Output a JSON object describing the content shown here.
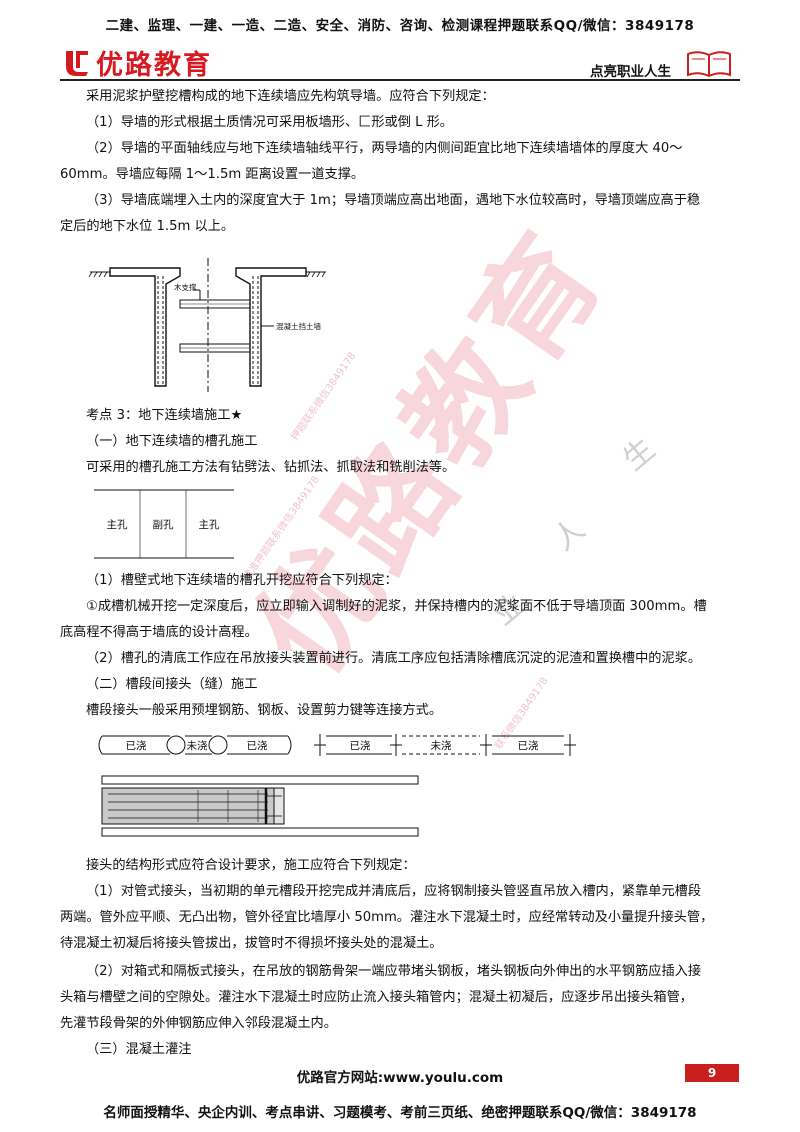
{
  "header": {
    "top_banner": "二建、监理、一建、一造、二造、安全、消防、咨询、检测课程押题联系QQ/微信：3849178",
    "logo_text": "优路教育",
    "slogan": "点亮职业人生"
  },
  "body": {
    "p1": "采用泥浆护壁挖槽构成的地下连续墙应先构筑导墙。应符合下列规定：",
    "p2": "（1）导墙的形式根据土质情况可采用板墙形、匚形或倒 L 形。",
    "p3a": "（2）导墙的平面轴线应与地下连续墙轴线平行，两导墙的内侧间距宜比地下连续墙墙体的厚度大 40～",
    "p3b": "60mm。导墙应每隔 1～1.5m 距离设置一道支撑。",
    "p4a": "（3）导墙底端埋入土内的深度宜大于 1m；导墙顶端应高出地面，遇地下水位较高时，导墙顶端应高于稳",
    "p4b": "定后的地下水位 1.5m 以上。",
    "fig1_label_support": "木支撑",
    "fig1_label_wall": "混凝土挡土墙",
    "kd3": "考点 3：地下连续墙施工★",
    "s1": "（一）地下连续墙的槽孔施工",
    "s1_p": "可采用的槽孔施工方法有钻劈法、钻抓法、抓取法和铣削法等。",
    "fig2_labels": [
      "主孔",
      "副孔",
      "主孔"
    ],
    "s1_r1": "（1）槽壁式地下连续墙的槽孔开挖应符合下列规定：",
    "s1_r1a": "①成槽机械开挖一定深度后，应立即输入调制好的泥浆，并保持槽内的泥浆面不低于导墙顶面 300mm。槽",
    "s1_r1b": "底高程不得高于墙底的设计高程。",
    "s1_r2": "（2）槽孔的清底工作应在吊放接头装置前进行。清底工序应包括清除槽底沉淀的泥渣和置换槽中的泥浆。",
    "s2": "（二）槽段间接头（缝）施工",
    "s2_p": "槽段接头一般采用预埋钢筋、钢板、设置剪力键等连接方式。",
    "fig3_left": [
      "已浇",
      "未浇",
      "已浇"
    ],
    "fig3_right": [
      "已浇",
      "未浇",
      "已浇"
    ],
    "s2_p2": "接头的结构形式应符合设计要求，施工应符合下列规定：",
    "s2_r1a": "（1）对管式接头，当初期的单元槽段开挖完成并清底后，应将钢制接头管竖直吊放入槽内，紧靠单元槽段",
    "s2_r1b": "两端。管外应平顺、无凸出物，管外径宜比墙厚小 50mm。灌注水下混凝土时，应经常转动及小量提升接头管，",
    "s2_r1c": "待混凝土初凝后将接头管拔出，拔管时不得损坏接头处的混凝土。",
    "s2_r2a": "（2）对箱式和隔板式接头，在吊放的钢筋骨架一端应带堵头钢板，堵头钢板向外伸出的水平钢筋应插入接",
    "s2_r2b": "头箱与槽壁之间的空隙处。灌注水下混凝土时应防止流入接头箱管内；混凝土初凝后，应逐步吊出接头箱管，",
    "s2_r2c": "先灌节段骨架的外伸钢筋应伸入邻段混凝土内。",
    "s3": "（三）混凝土灌注"
  },
  "watermark": {
    "big": "优路教育",
    "small1": "精准押题联系微信3849178",
    "small2": "押题联系微信3849178",
    "small3": "联系微信3849178",
    "life": [
      "人",
      "生",
      "业"
    ]
  },
  "footer": {
    "site": "优路官方网站:www.youlu.com",
    "page": "9",
    "bottom_banner": "名师面授精华、央企内训、考点串讲、习题模考、考前三页纸、绝密押题联系QQ/微信：3849178"
  },
  "colors": {
    "brand_red": "#d71920",
    "page_badge": "#c91f1f"
  }
}
